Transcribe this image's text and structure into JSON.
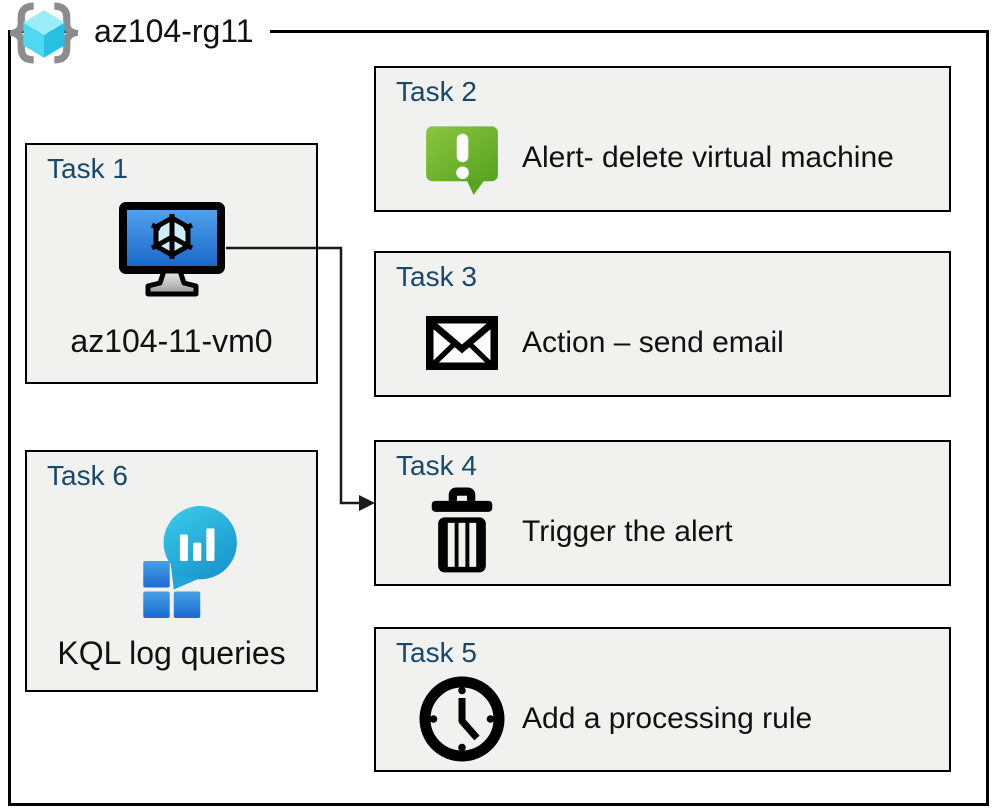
{
  "resource_group": {
    "label": "az104-rg11",
    "icon": "resource-group-icon"
  },
  "tasks": [
    {
      "title": "Task 1",
      "label": "az104-11-vm0",
      "icon": "virtual-machine-icon",
      "layout": "vertical"
    },
    {
      "title": "Task 2",
      "label": "Alert- delete virtual machine",
      "icon": "alert-icon",
      "layout": "horizontal"
    },
    {
      "title": "Task 3",
      "label": "Action – send email",
      "icon": "email-icon",
      "layout": "horizontal"
    },
    {
      "title": "Task 4",
      "label": "Trigger the alert",
      "icon": "trash-icon",
      "layout": "horizontal"
    },
    {
      "title": "Task 5",
      "label": "Add a processing rule",
      "icon": "clock-icon",
      "layout": "horizontal"
    },
    {
      "title": "Task 6",
      "label": "KQL log queries",
      "icon": "log-analytics-icon",
      "layout": "vertical"
    }
  ],
  "connector": {
    "from": "Task 1",
    "to": "Task 4",
    "style": "elbow-arrow"
  },
  "colors": {
    "task_title": "#17486b",
    "box_fill": "#f1f1f0",
    "border": "#000000",
    "alert_green_light": "#8cc63f",
    "alert_green_dark": "#55a21f",
    "vm_screen_blue_light": "#55a5ee",
    "vm_screen_blue_dark": "#1565c8",
    "kql_square_blue_light": "#45a0e8",
    "kql_square_blue_dark": "#1d6ad0",
    "kql_balloon_teal_light": "#38c8e8",
    "kql_balloon_teal_dark": "#1793cc",
    "rg_cube_top": "#9beef8",
    "rg_cube_left": "#4fd8f2",
    "rg_cube_right": "#26c0e2",
    "rg_brace_gray": "#8c8c8c"
  }
}
